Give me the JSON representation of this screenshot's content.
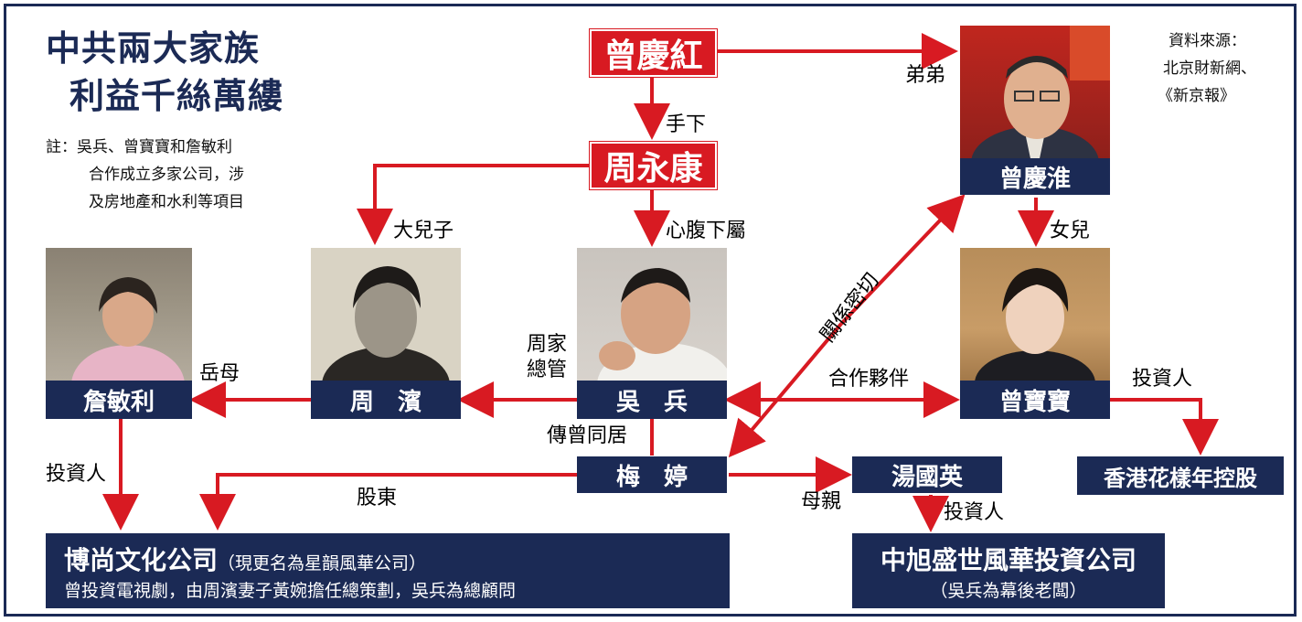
{
  "title": {
    "line1": "中共兩大家族",
    "line2": "利益千絲萬縷"
  },
  "note": {
    "line1": "註：吳兵、曾寶寶和詹敏利",
    "line2": "合作成立多家公司，涉",
    "line3": "及房地產和水利等項目"
  },
  "source": {
    "line1": "資料來源：",
    "line2": "北京財新網、",
    "line3": "《新京報》"
  },
  "people": {
    "zeng_qinghong": "曾慶紅",
    "zhou_yongkang": "周永康",
    "zeng_qinghuai": "曾慶淮",
    "zeng_baobao": "曾寶寶",
    "zhan_minli": "詹敏利",
    "zhou_bin": "周　濱",
    "wu_bing": "吳　兵",
    "mei_ting": "梅　婷",
    "tang_guoying": "湯國英"
  },
  "labels": {
    "brother": "弟弟",
    "subordinate": "手下",
    "eldest_son": "大兒子",
    "confidant": "心腹下屬",
    "daughter": "女兒",
    "close_relation": "關係密切",
    "mother_in_law": "岳母",
    "zhou_family_1": "周家",
    "zhou_family_2": "總管",
    "partner": "合作夥伴",
    "investor_1": "投資人",
    "investor_2": "投資人",
    "investor_3": "投資人",
    "cohabit": "傳曾同居",
    "shareholder": "股東",
    "mother": "母親"
  },
  "companies": {
    "hk_company": "香港花樣年控股",
    "boshang": {
      "name": "博尚文化公司",
      "sub": "（現更名為星韻風華公司）",
      "desc": "曾投資電視劇，由周濱妻子黃婉擔任總策劃，吳兵為總顧問"
    },
    "zhongxu": {
      "name": "中旭盛世風華投資公司",
      "sub": "（吳兵為幕後老闆）"
    }
  },
  "colors": {
    "arrow": "#d81a22",
    "navy": "#1b2a55",
    "red_box": "#d81a22"
  }
}
